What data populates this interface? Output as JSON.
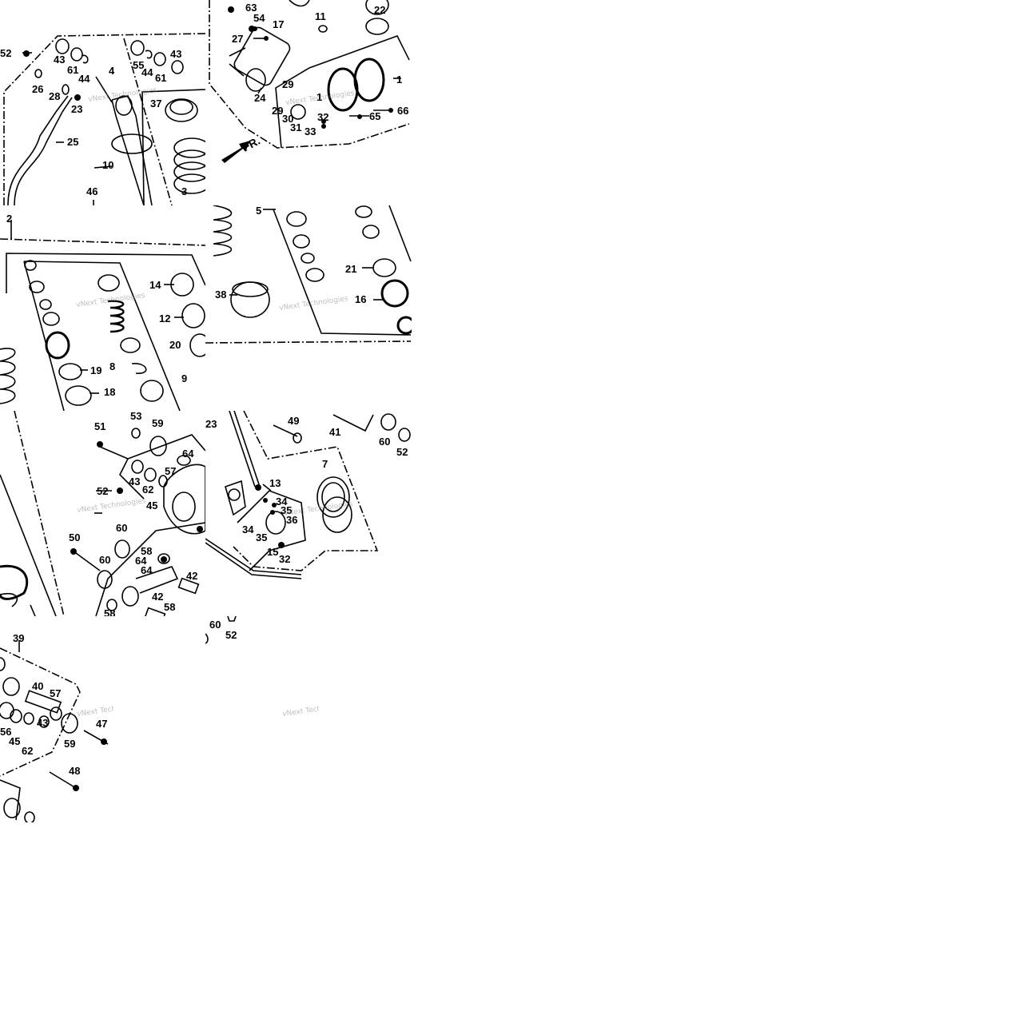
{
  "watermark": "vNext Technologies",
  "direction_label": "FR.",
  "tiles": [
    {
      "name": "tile-r0-c0",
      "labels": [
        "52",
        "43",
        "61",
        "44",
        "55",
        "44",
        "61",
        "43",
        "26",
        "28",
        "23",
        "4",
        "37",
        "25",
        "10",
        "46",
        "3"
      ]
    },
    {
      "name": "tile-r0-c1",
      "labels": [
        "63",
        "54",
        "17",
        "11",
        "22",
        "27",
        "29",
        "1",
        "1",
        "24",
        "29",
        "30",
        "31",
        "33",
        "32",
        "65",
        "66"
      ]
    },
    {
      "name": "tile-r1-c0",
      "labels": [
        "2",
        "14",
        "12",
        "20",
        "8",
        "19",
        "18",
        "9"
      ]
    },
    {
      "name": "tile-r1-c1",
      "labels": [
        "5",
        "21",
        "38",
        "16"
      ]
    },
    {
      "name": "tile-r2-c0",
      "labels": [
        "51",
        "53",
        "59",
        "57",
        "64",
        "52",
        "43",
        "62",
        "45",
        "50",
        "60",
        "60",
        "58",
        "64",
        "64",
        "42",
        "42",
        "58",
        "58"
      ]
    },
    {
      "name": "tile-r2-c1",
      "labels": [
        "23",
        "49",
        "41",
        "60",
        "52",
        "7",
        "13",
        "34",
        "35",
        "36",
        "34",
        "35",
        "15",
        "32"
      ]
    },
    {
      "name": "tile-r3-c0",
      "labels": [
        "39",
        "40",
        "57",
        "56",
        "45",
        "43",
        "62",
        "59",
        "47",
        "48"
      ]
    },
    {
      "name": "tile-r3-c1",
      "labels": [
        "60",
        "52"
      ]
    }
  ]
}
